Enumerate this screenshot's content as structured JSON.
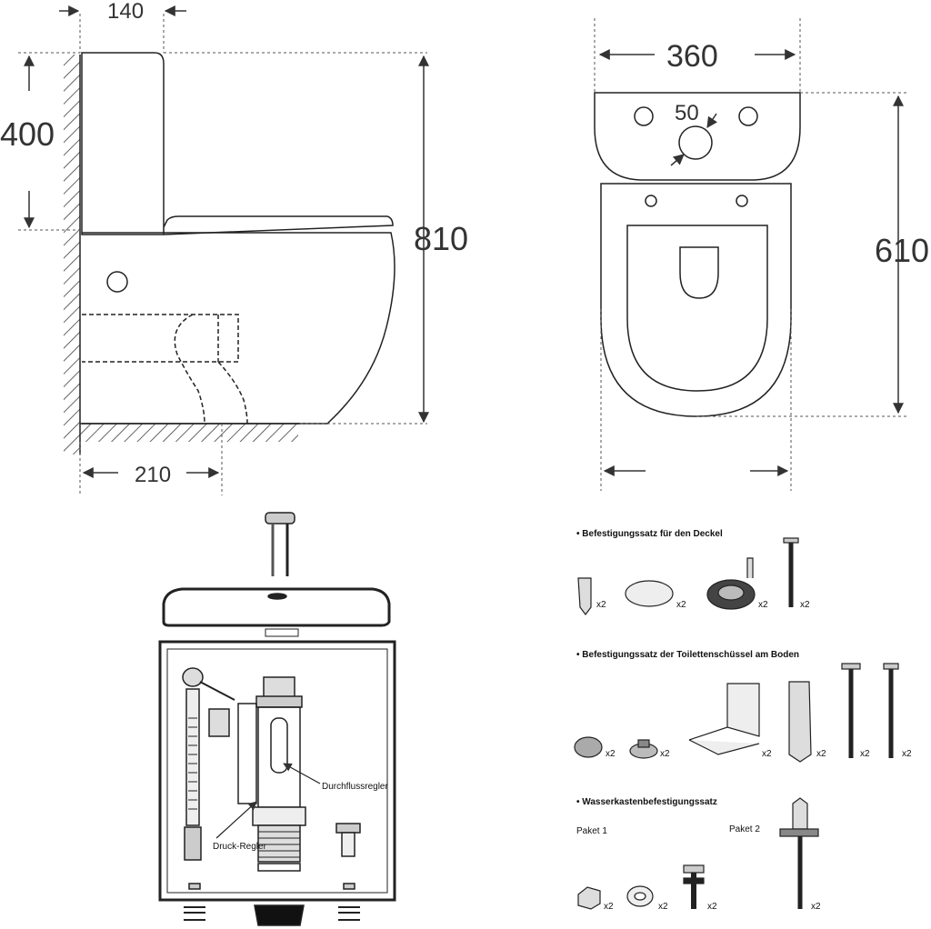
{
  "side_view": {
    "dim_top": "140",
    "dim_tank_height": "400",
    "dim_total_height": "810",
    "dim_outlet": "210"
  },
  "top_view": {
    "dim_width": "360",
    "dim_hole": "50",
    "dim_depth": "610"
  },
  "cistern": {
    "label_flow": "Durchflussregler",
    "label_pressure": "Druck-Regler"
  },
  "kits": {
    "lid_title": "• Befestigungssatz für den Deckel",
    "lid_qty": [
      "x2",
      "x2",
      "x2",
      "x2"
    ],
    "floor_title": "• Befestigungssatz der Toilettenschüssel am Boden",
    "floor_qty": [
      "x2",
      "x2",
      "x2",
      "x2",
      "x2",
      "x2"
    ],
    "tank_title": "• Wasserkastenbefestigungssatz",
    "pack1": "Paket 1",
    "pack2": "Paket 2",
    "tank_qty": [
      "x2",
      "x2",
      "x2"
    ],
    "tank_qty2": "x2"
  }
}
